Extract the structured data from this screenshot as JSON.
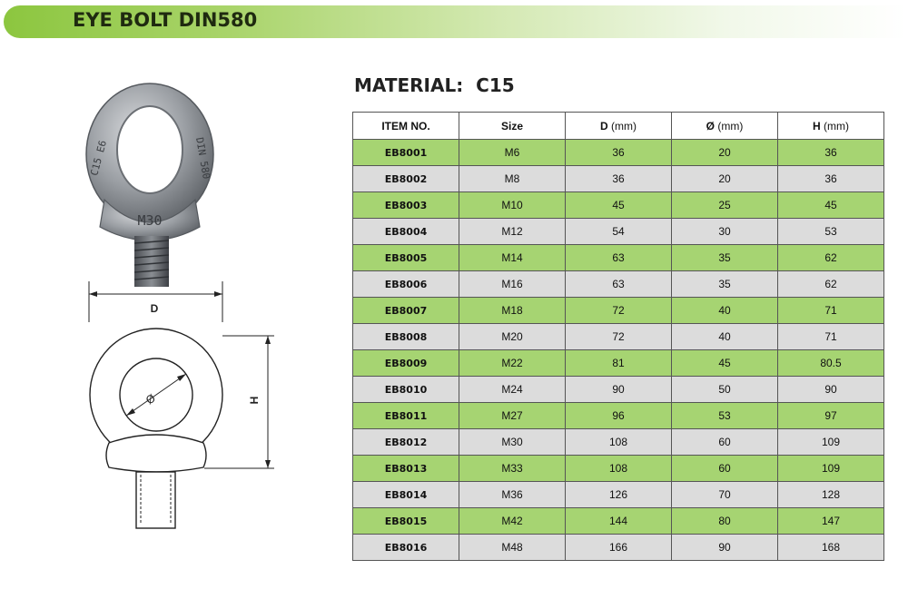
{
  "header": {
    "title": "EYE BOLT DIN580"
  },
  "material": {
    "label": "MATERIAL:",
    "value": "C15"
  },
  "photo": {
    "markings": {
      "left": "C15 E6",
      "right": "DIN 580",
      "shank": "M30"
    }
  },
  "drawing": {
    "d_label": "D",
    "phi_label": "Ø",
    "h_label": "H"
  },
  "table": {
    "headers": [
      {
        "name": "ITEM NO.",
        "unit": ""
      },
      {
        "name": "Size",
        "unit": ""
      },
      {
        "name": "D",
        "unit": "(mm)"
      },
      {
        "name": "Ø",
        "unit": "(mm)"
      },
      {
        "name": "H",
        "unit": "(mm)"
      }
    ],
    "rows": [
      [
        "EB8001",
        "M6",
        "36",
        "20",
        "36"
      ],
      [
        "EB8002",
        "M8",
        "36",
        "20",
        "36"
      ],
      [
        "EB8003",
        "M10",
        "45",
        "25",
        "45"
      ],
      [
        "EB8004",
        "M12",
        "54",
        "30",
        "53"
      ],
      [
        "EB8005",
        "M14",
        "63",
        "35",
        "62"
      ],
      [
        "EB8006",
        "M16",
        "63",
        "35",
        "62"
      ],
      [
        "EB8007",
        "M18",
        "72",
        "40",
        "71"
      ],
      [
        "EB8008",
        "M20",
        "72",
        "40",
        "71"
      ],
      [
        "EB8009",
        "M22",
        "81",
        "45",
        "80.5"
      ],
      [
        "EB8010",
        "M24",
        "90",
        "50",
        "90"
      ],
      [
        "EB8011",
        "M27",
        "96",
        "53",
        "97"
      ],
      [
        "EB8012",
        "M30",
        "108",
        "60",
        "109"
      ],
      [
        "EB8013",
        "M33",
        "108",
        "60",
        "109"
      ],
      [
        "EB8014",
        "M36",
        "126",
        "70",
        "128"
      ],
      [
        "EB8015",
        "M42",
        "144",
        "80",
        "147"
      ],
      [
        "EB8016",
        "M48",
        "166",
        "90",
        "168"
      ]
    ]
  },
  "colors": {
    "row_even": "#a6d472",
    "row_odd": "#dcdcdc",
    "header_green": "#8cc63f"
  }
}
